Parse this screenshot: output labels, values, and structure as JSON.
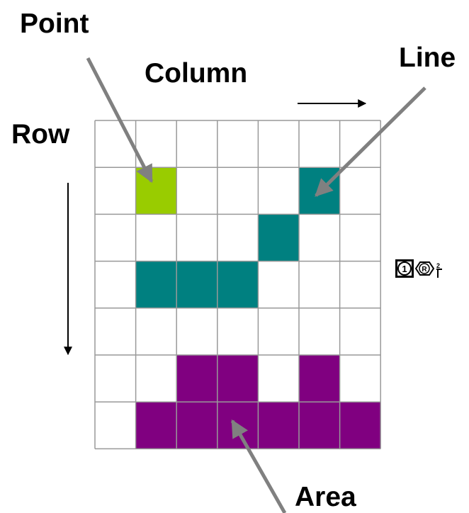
{
  "labels": {
    "point": "Point",
    "column": "Column",
    "line": "Line",
    "row": "Row",
    "area": "Area"
  },
  "colors": {
    "point": "#99cc00",
    "line": "#008080",
    "area": "#800080",
    "grid": "#999999",
    "arrow": "#808080"
  },
  "grid": {
    "rows": 7,
    "cols": 7
  },
  "cells": [
    {
      "row": 1,
      "col": 1,
      "type": "point"
    },
    {
      "row": 1,
      "col": 5,
      "type": "line"
    },
    {
      "row": 2,
      "col": 4,
      "type": "line"
    },
    {
      "row": 3,
      "col": 1,
      "type": "line"
    },
    {
      "row": 3,
      "col": 2,
      "type": "line"
    },
    {
      "row": 3,
      "col": 3,
      "type": "line"
    },
    {
      "row": 5,
      "col": 2,
      "type": "area"
    },
    {
      "row": 5,
      "col": 3,
      "type": "area"
    },
    {
      "row": 5,
      "col": 5,
      "type": "area"
    },
    {
      "row": 6,
      "col": 1,
      "type": "area"
    },
    {
      "row": 6,
      "col": 2,
      "type": "area"
    },
    {
      "row": 6,
      "col": 3,
      "type": "area"
    },
    {
      "row": 6,
      "col": 4,
      "type": "area"
    },
    {
      "row": 6,
      "col": 5,
      "type": "area"
    },
    {
      "row": 6,
      "col": 6,
      "type": "area"
    }
  ],
  "logo": {
    "icon": "raster-logo-icon",
    "text": "①®²"
  }
}
